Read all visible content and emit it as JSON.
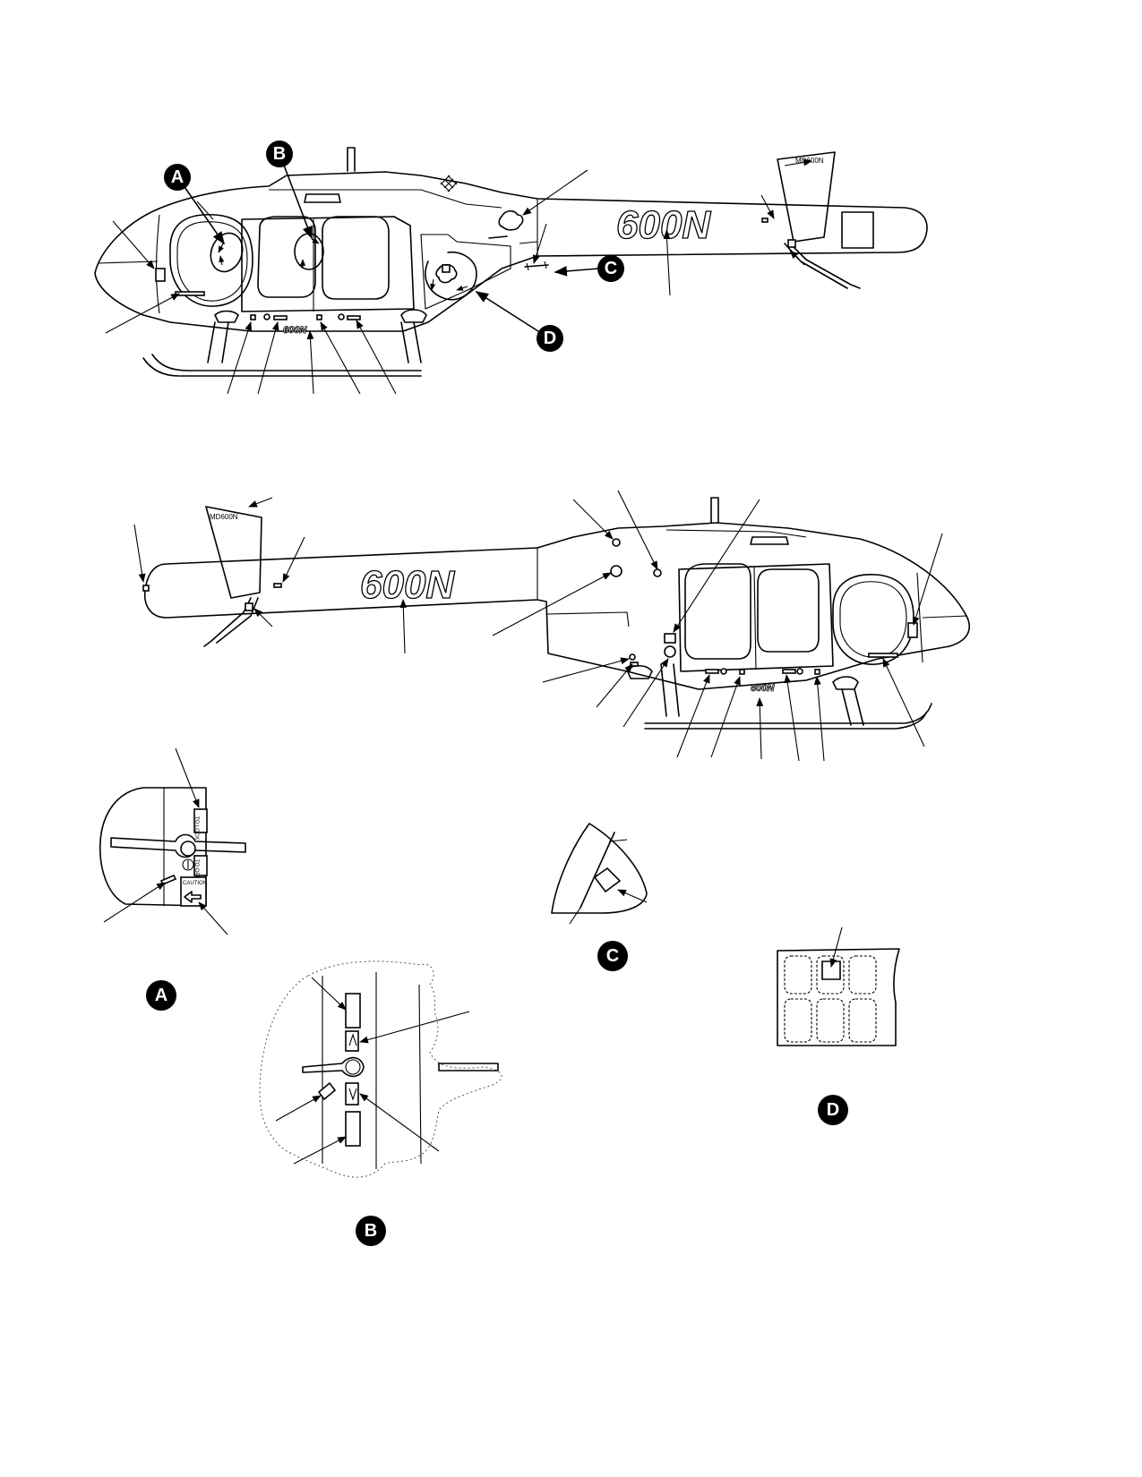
{
  "figure": {
    "model_marking": "600N",
    "tail_marking": "MD600N",
    "logo_marking": "600N",
    "callouts": [
      "A",
      "B",
      "C",
      "D"
    ],
    "detail_a_labels": {
      "to_lock": "TO LOCK",
      "to_open": "TO OPEN",
      "caution": "CAUTION"
    }
  }
}
